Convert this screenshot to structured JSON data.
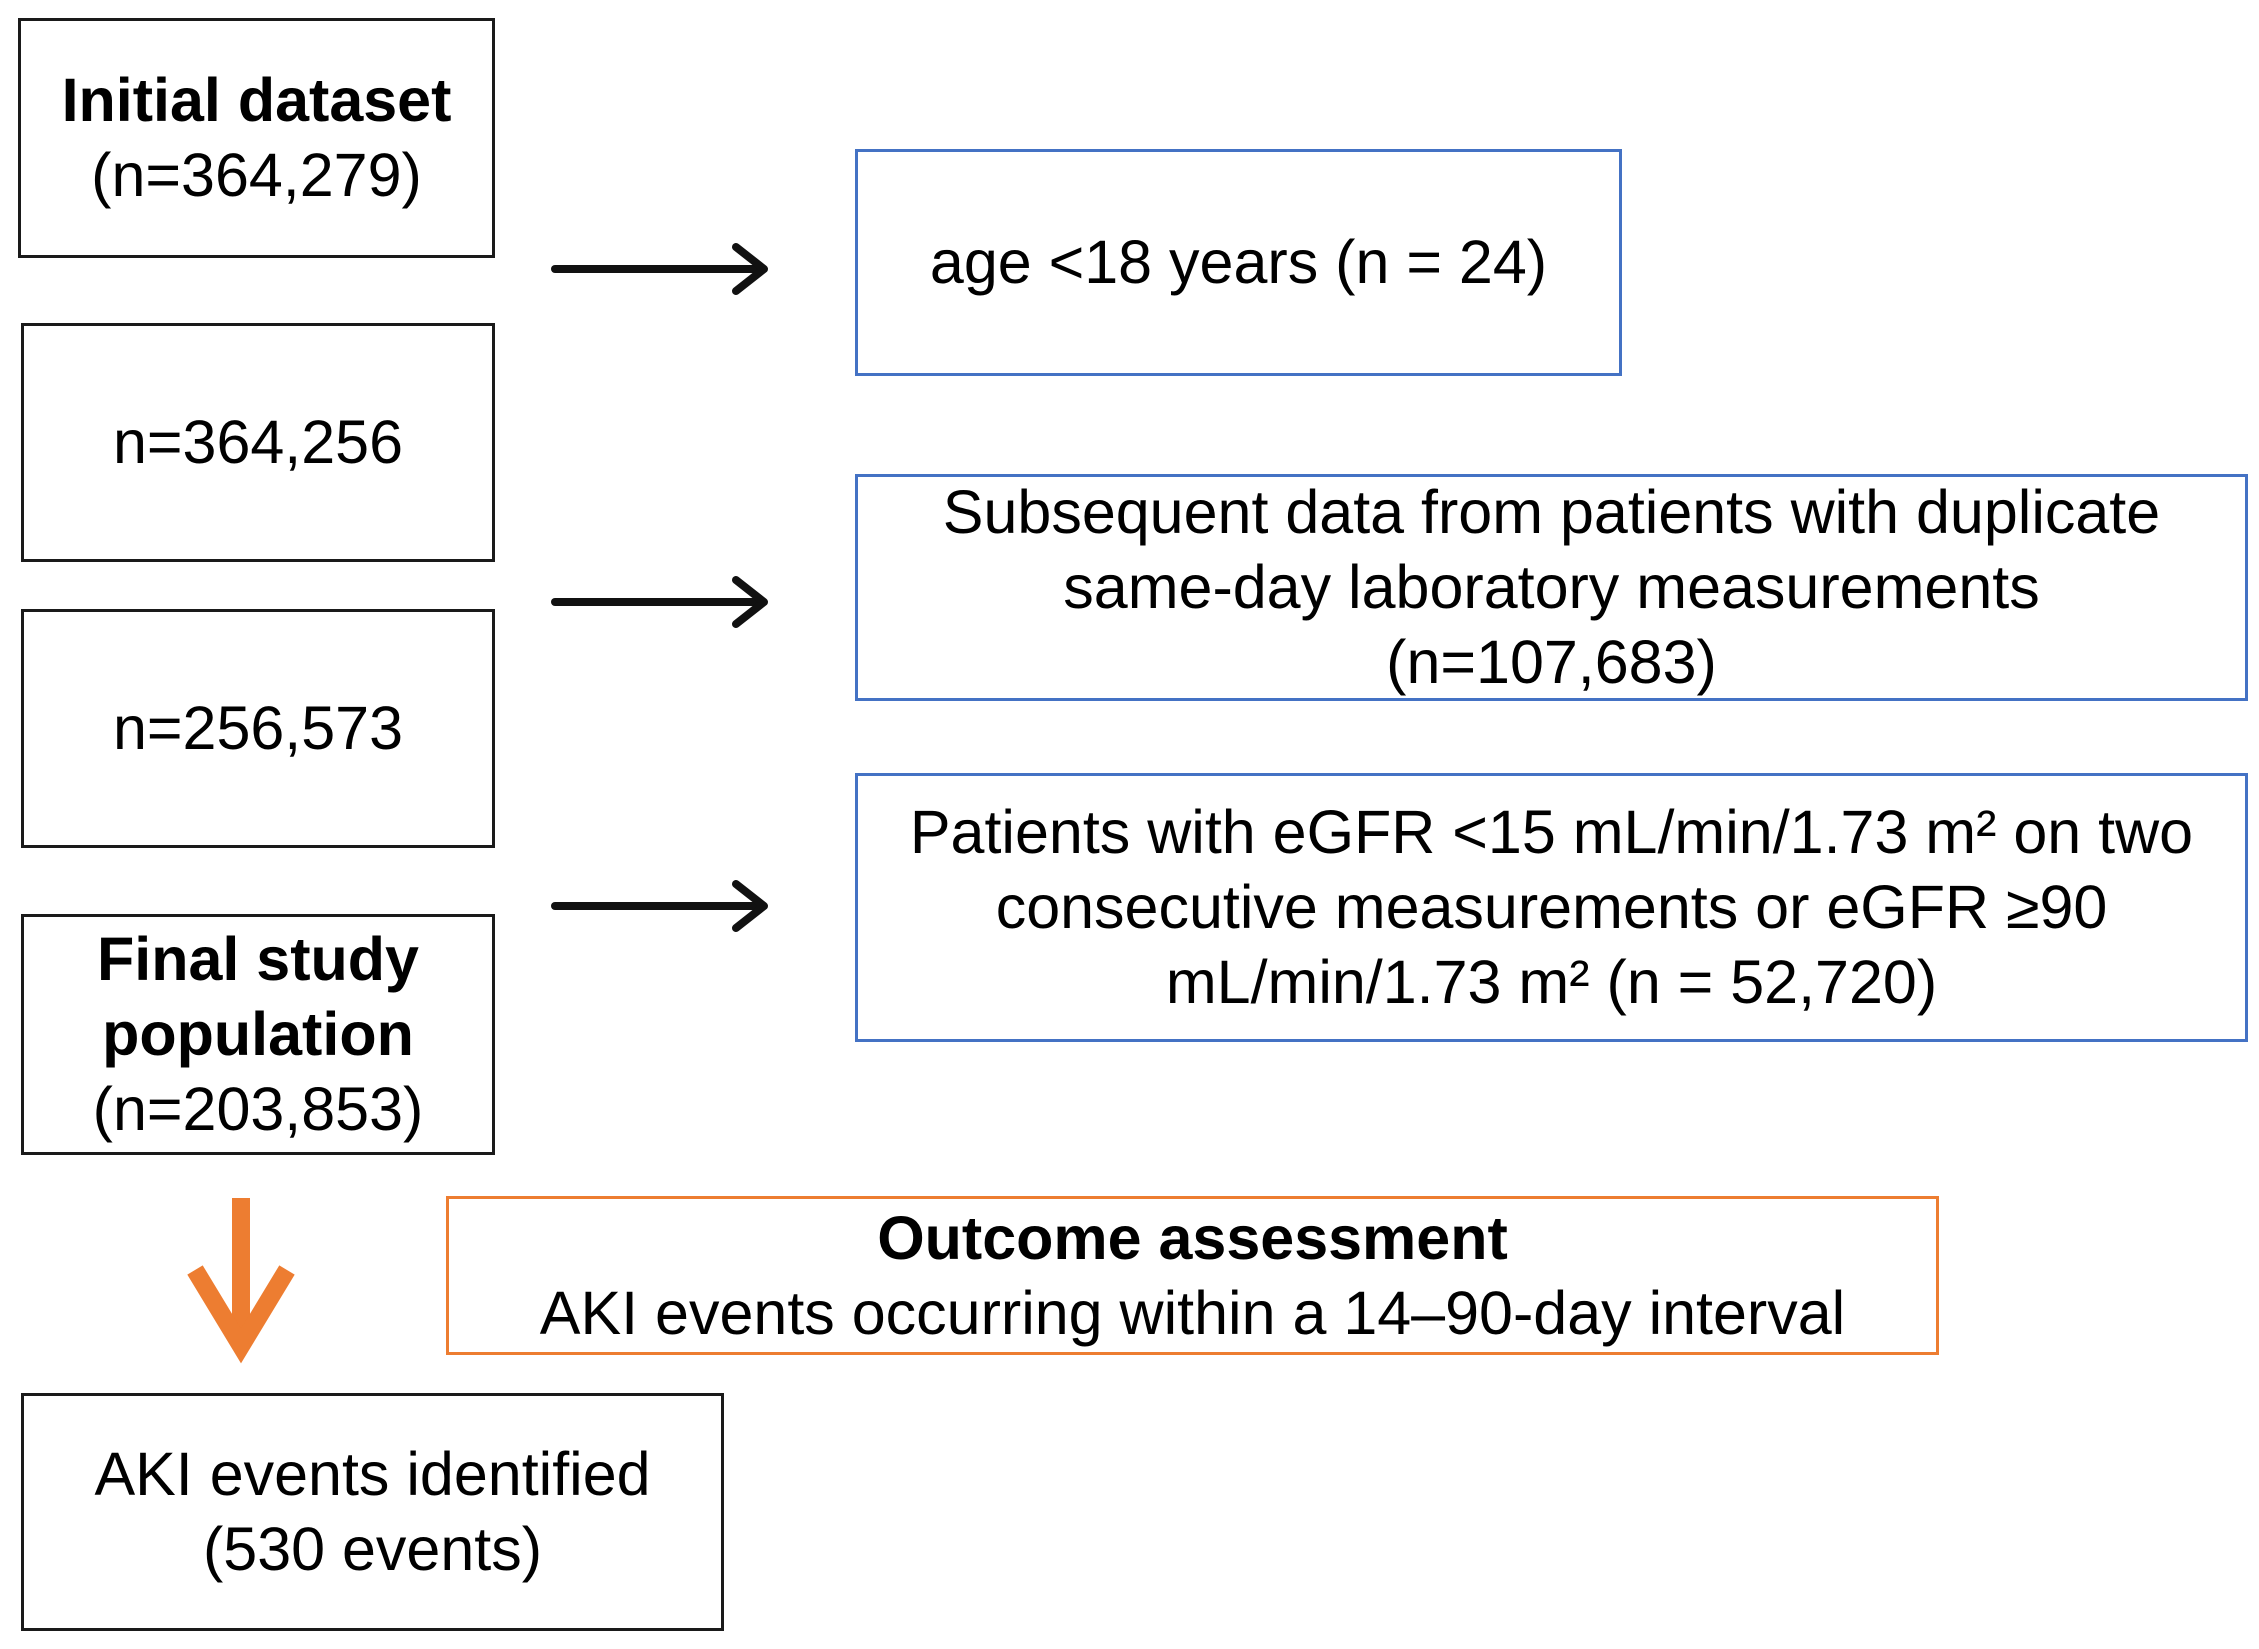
{
  "left_column": {
    "initial": {
      "title": "Initial dataset",
      "count": "(n=364,279)"
    },
    "after_age": {
      "count": "n=364,256"
    },
    "after_duplicates": {
      "count": "n=256,573"
    },
    "final": {
      "title_line1": "Final study",
      "title_line2": "population",
      "count": "(n=203,853)"
    }
  },
  "exclusions": {
    "age": {
      "line1": "age <18 years (n = 24)"
    },
    "duplicates": {
      "line1": "Subsequent data from patients with duplicate",
      "line2": "same-day laboratory measurements",
      "line3": "(n=107,683)"
    },
    "egfr": {
      "line1": "Patients with eGFR <15 mL/min/1.73 m² on two",
      "line2": "consecutive measurements or eGFR ≥90",
      "line3": "mL/min/1.73 m² (n = 52,720)"
    }
  },
  "outcome": {
    "title": "Outcome assessment",
    "description": "AKI events occurring within a 14–90-day interval"
  },
  "result": {
    "line1": "AKI events identified",
    "line2": "(530 events)"
  },
  "colors": {
    "box_border": "#1a1a1a",
    "exclusion_border": "#4472c4",
    "outcome_border": "#ed7d31",
    "outcome_arrow": "#ed7d31"
  }
}
